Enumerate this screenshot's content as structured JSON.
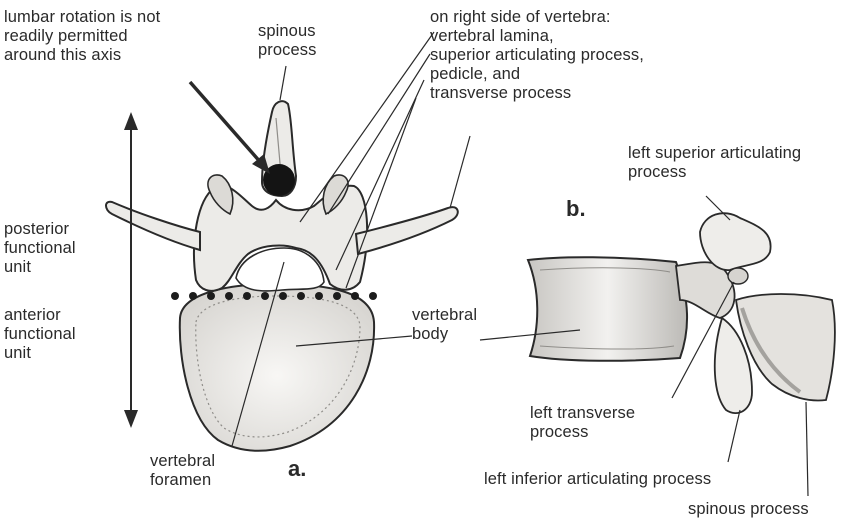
{
  "labels": {
    "lumbar_rotation": "lumbar rotation is not\nreadily permitted\naround this axis",
    "spinous_process_top": "spinous\nprocess",
    "right_side": "on right side of vertebra:\nvertebral lamina,\nsuperior articulating process,\npedicle, and\ntransverse process",
    "posterior_unit": "posterior\nfunctional\nunit",
    "anterior_unit": "anterior\nfunctional\nunit",
    "vertebral_body": "vertebral\nbody",
    "vertebral_foramen": "vertebral\nforamen",
    "left_superior": "left superior articulating\nprocess",
    "left_transverse": "left transverse\nprocess",
    "left_inferior": "left inferior articulating process",
    "spinous_process_bottom": "spinous process"
  },
  "panels": {
    "a": "a.",
    "b": "b."
  },
  "colors": {
    "ink": "#2a2a2a",
    "bone_fill": "#efeeec",
    "bone_shade": "#c9c7c3",
    "axis_dot": "#1c1c1c"
  }
}
